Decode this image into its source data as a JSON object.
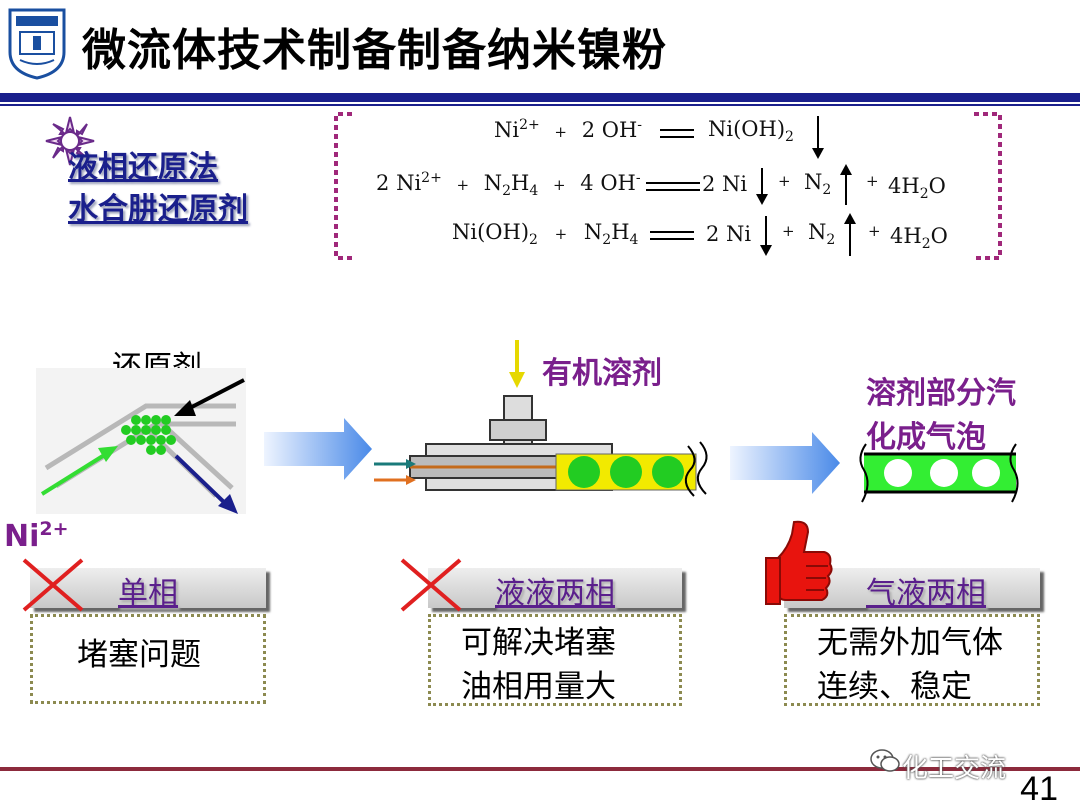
{
  "header": {
    "title": "微流体技术制备制备纳米镍粉"
  },
  "methods": {
    "line1": "液相还原法",
    "line2": "水合肼还原剂"
  },
  "equations": {
    "eq1": {
      "ni": "Ni",
      "ni_charge": "2+",
      "plus1": "+",
      "oh_coef": "2",
      "oh": "OH",
      "oh_charge": "-",
      "product": "Ni(OH)",
      "product_sub": "2"
    },
    "eq2": {
      "ni_coef": "2",
      "ni": "Ni",
      "ni_charge": "2+",
      "plus1": "+",
      "n2h4": "N",
      "n2h4_sub1": "2",
      "n2h4_h": "H",
      "n2h4_sub2": "4",
      "plus2": "+",
      "oh_coef": "4",
      "oh": "OH",
      "oh_charge": "-",
      "prod1": "2 Ni",
      "plus3": "+",
      "n2": "N",
      "n2_sub": "2",
      "plus4": "+",
      "h2o": "4H",
      "h2o_sub": "2",
      "h2o_o": "O"
    },
    "eq3": {
      "reactant": "Ni(OH)",
      "reactant_sub": "2",
      "plus1": "+",
      "n2h4": "N",
      "n2h4_sub1": "2",
      "n2h4_h": "H",
      "n2h4_sub2": "4",
      "prod1": "2 Ni",
      "plus2": "+",
      "n2": "N",
      "n2_sub": "2",
      "plus3": "+",
      "h2o": "4H",
      "h2o_sub": "2",
      "h2o_o": "O"
    }
  },
  "diagram": {
    "reductant_label": "还原剂",
    "ni_label": "Ni",
    "ni_charge": "2+",
    "organic_solvent_label": "有机溶剂",
    "vaporize_line1": "溶剂部分汽",
    "vaporize_line2": "化成气泡"
  },
  "phases": [
    {
      "title": "单相",
      "note_line1": "堵塞问题",
      "note_line2": "",
      "verdict": "rejected"
    },
    {
      "title": "液液两相",
      "note_line1": "可解决堵塞",
      "note_line2": "油相用量大",
      "verdict": "rejected"
    },
    {
      "title": "气液两相",
      "note_line1": "无需外加气体",
      "note_line2": "连续、稳定",
      "verdict": "approved"
    }
  ],
  "footer": {
    "page_number": "41",
    "watermark": "化工交流"
  },
  "colors": {
    "header_rule": "#1a1f8c",
    "footer_rule": "#8c2a3c",
    "bracket": "#a0287a",
    "label_purple": "#7a1f8c",
    "bubble_green": "#33dd33",
    "reject_red": "#e02020"
  },
  "icons": [
    "university-logo",
    "sun-bullet-icon",
    "reject-x-icon",
    "thumbs-up-icon",
    "wechat-icon"
  ]
}
